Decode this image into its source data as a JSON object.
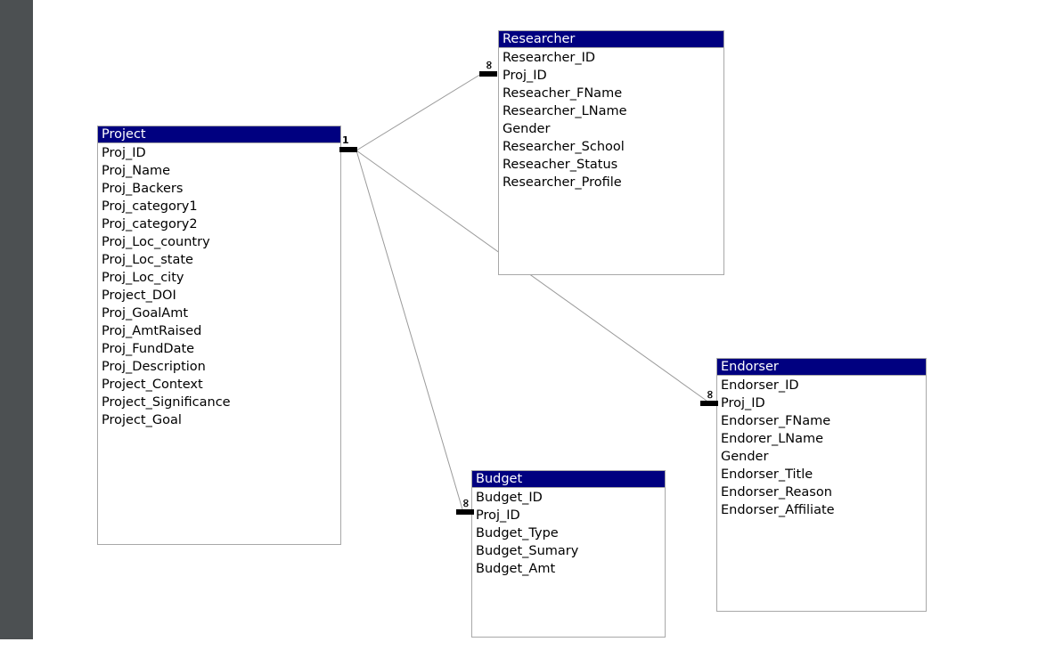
{
  "canvas": {
    "background_color": "#ffffff",
    "sidebar_color": "#4c5052",
    "header_color": "#000080",
    "header_text_color": "#ffffff",
    "border_color": "#a8a8a8",
    "link_color": "#9a9a9a"
  },
  "tables": {
    "project": {
      "title": "Project",
      "fields": [
        "Proj_ID",
        "Proj_Name",
        "Proj_Backers",
        "Proj_category1",
        "Proj_category2",
        "Proj_Loc_country",
        "Proj_Loc_state",
        "Proj_Loc_city",
        "Project_DOI",
        "Proj_GoalAmt",
        "Proj_AmtRaised",
        "Proj_FundDate",
        "Proj_Description",
        "Project_Context",
        "Project_Significance",
        "Project_Goal"
      ]
    },
    "researcher": {
      "title": "Researcher",
      "fields": [
        "Researcher_ID",
        "Proj_ID",
        "Reseacher_FName",
        "Researcher_LName",
        "Gender",
        "Researcher_School",
        "Reseacher_Status",
        "Researcher_Profile"
      ]
    },
    "endorser": {
      "title": "Endorser",
      "fields": [
        "Endorser_ID",
        "Proj_ID",
        "Endorser_FName",
        "Endorer_LName",
        "Gender",
        "Endorser_Title",
        "Endorser_Reason",
        "Endorser_Affiliate"
      ]
    },
    "budget": {
      "title": "Budget",
      "fields": [
        "Budget_ID",
        "Proj_ID",
        "Budget_Type",
        "Budget_Sumary",
        "Budget_Amt"
      ]
    }
  },
  "relationships": {
    "one_symbol": "1",
    "many_symbol": "∞",
    "links": [
      {
        "from": "Project",
        "to": "Researcher",
        "from_cardinality": "1",
        "to_cardinality": "∞"
      },
      {
        "from": "Project",
        "to": "Endorser",
        "from_cardinality": "1",
        "to_cardinality": "∞"
      },
      {
        "from": "Project",
        "to": "Budget",
        "from_cardinality": "1",
        "to_cardinality": "∞"
      }
    ]
  }
}
